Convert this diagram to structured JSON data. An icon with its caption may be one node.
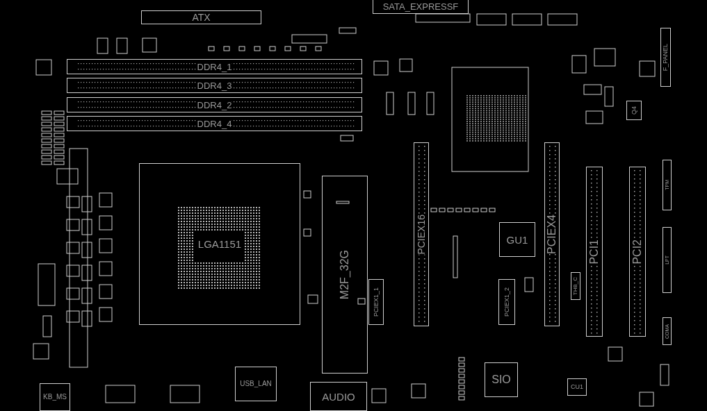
{
  "diagram": {
    "nodes": [
      {
        "text": [
          "ATX"
        ]
      },
      {
        "text": [
          "SATA_EXPRESSF"
        ]
      },
      {
        "text": [
          "DDR4_1"
        ]
      },
      {
        "text": [
          "DDR4_3"
        ]
      },
      {
        "text": [
          "DDR4_2"
        ]
      },
      {
        "text": [
          "DDR4_4"
        ]
      },
      {
        "text": [
          "LGA1151"
        ]
      },
      {
        "text": [
          "M2F_32G"
        ]
      },
      {
        "text": [
          "PCIEX16"
        ]
      },
      {
        "text": [
          "PCIEX1_1"
        ]
      },
      {
        "text": [
          "GU1"
        ]
      },
      {
        "text": [
          "PCIEX1_2"
        ]
      },
      {
        "text": [
          "PCIEX4"
        ]
      },
      {
        "text": [
          "THB_C"
        ]
      },
      {
        "text": [
          "PCI1"
        ]
      },
      {
        "text": [
          "PCI2"
        ]
      },
      {
        "text": [
          "F_PANEL"
        ]
      },
      {
        "text": [
          "TPM"
        ]
      },
      {
        "text": [
          "LPT"
        ]
      },
      {
        "text": [
          "COMA"
        ]
      },
      {
        "text": [
          "Q4"
        ]
      },
      {
        "text": [
          "SIO"
        ]
      },
      {
        "text": [
          "CU1"
        ]
      },
      {
        "text": [
          "AUDIO"
        ]
      },
      {
        "text": [
          "USB_LAN"
        ]
      },
      {
        "text": [
          "KB_MS"
        ]
      }
    ]
  }
}
